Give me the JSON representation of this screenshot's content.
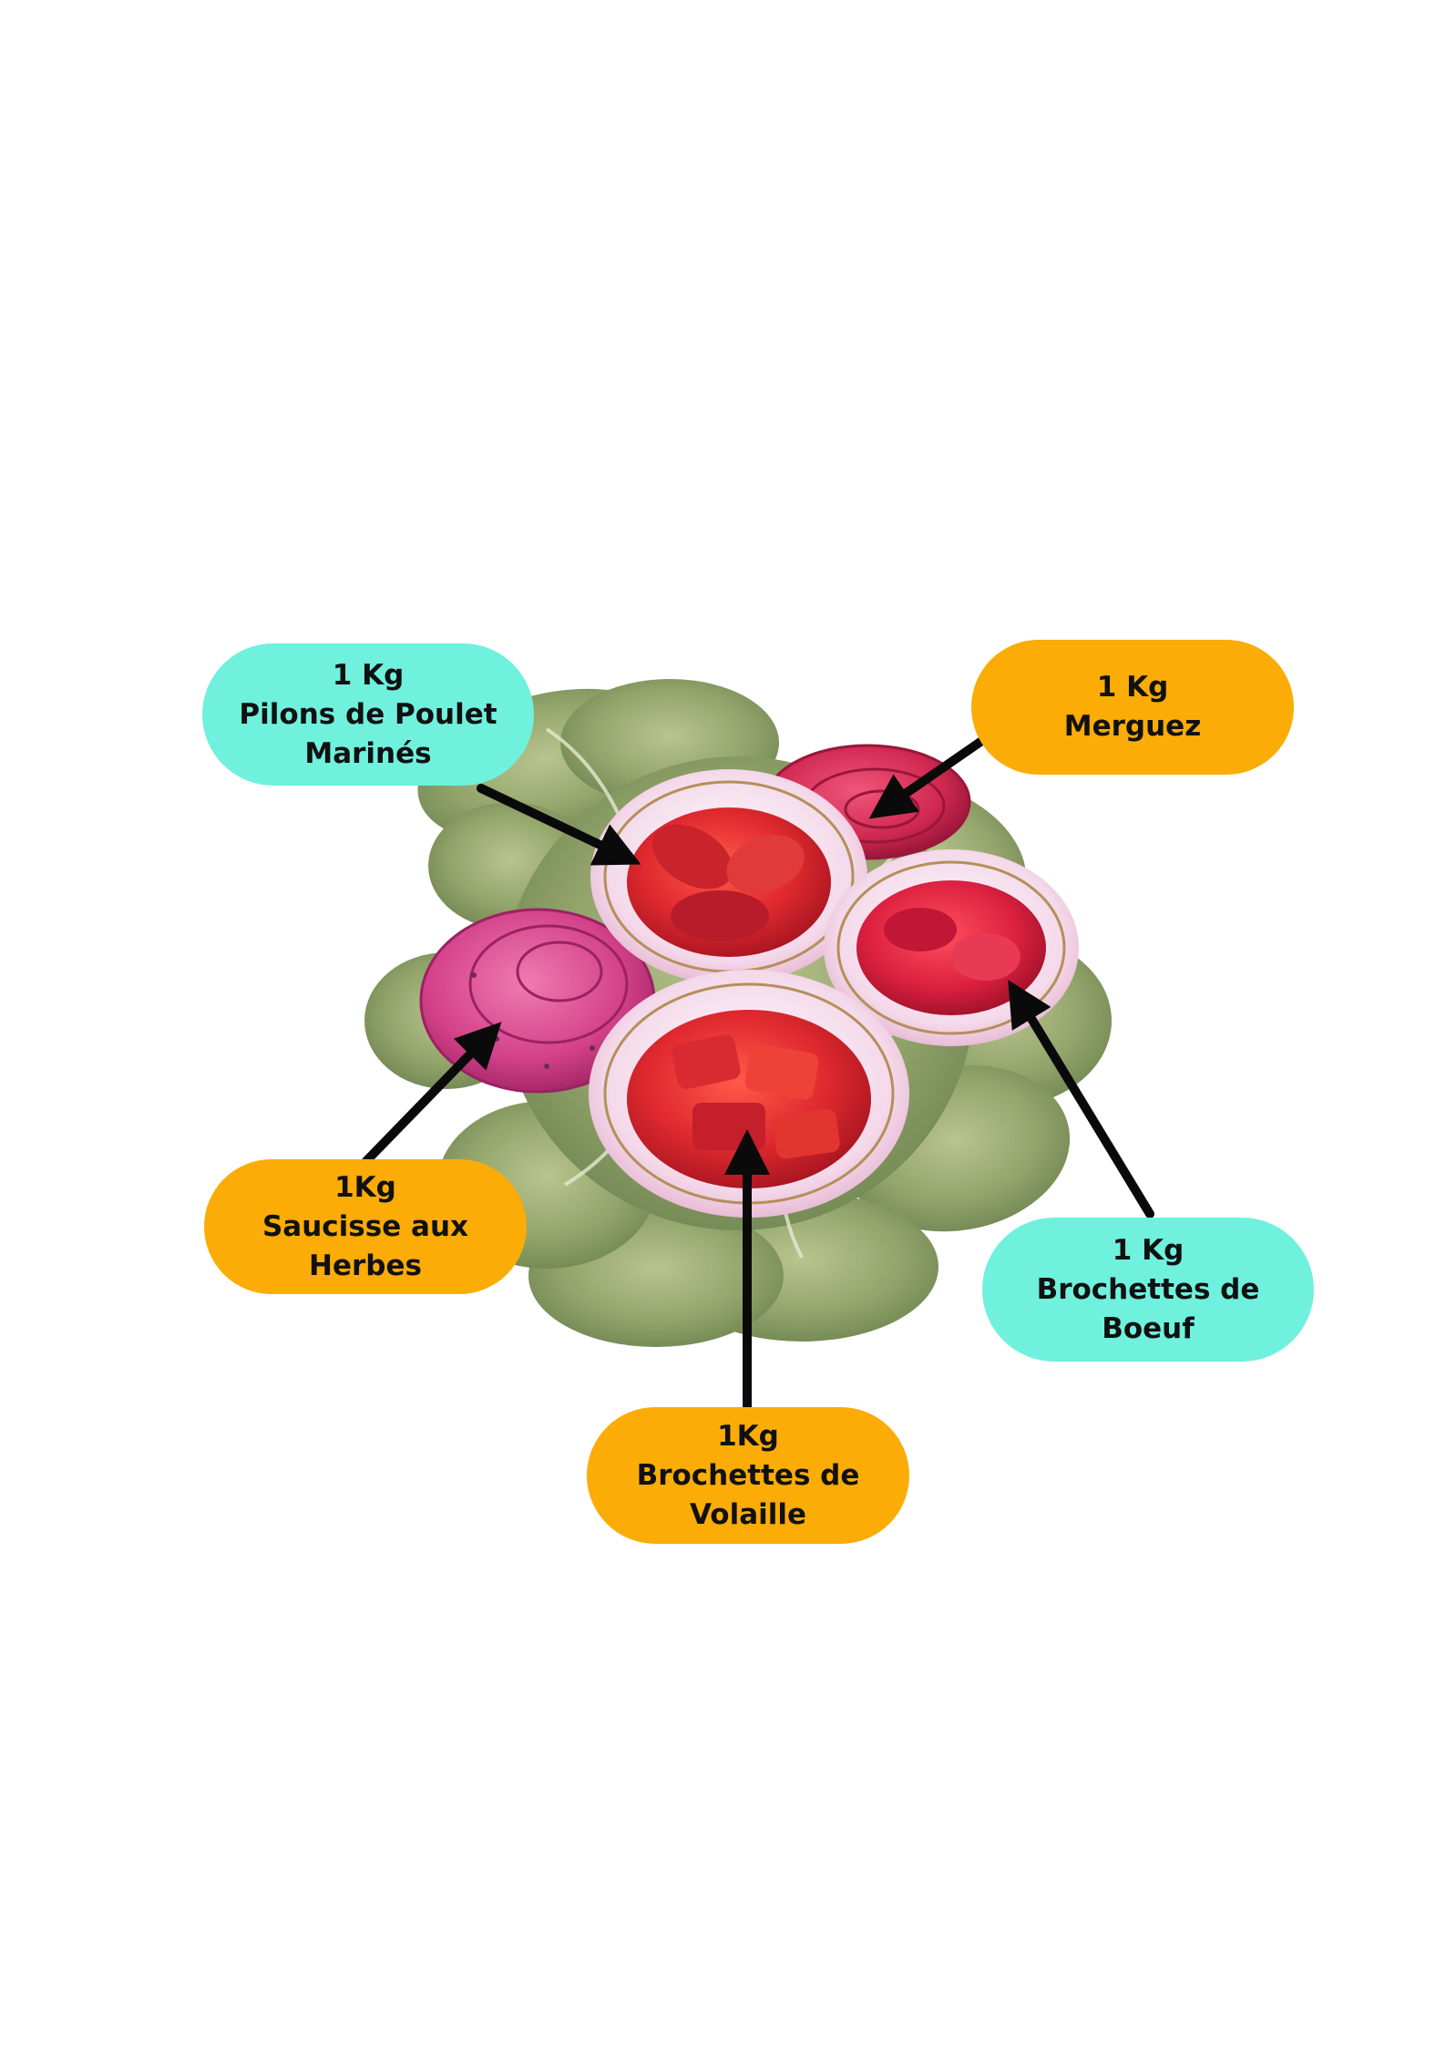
{
  "colors": {
    "teal": "#6ff1dd",
    "orange": "#fbac06",
    "arrow": "#0a0a0a",
    "lettuce": "#8fa46a",
    "plate": "#f3d2e6",
    "meat": "#e02f35",
    "sausage_pink": "#d94a8f",
    "merguez": "#d42b52"
  },
  "labels": {
    "pilons": {
      "qty": "1 Kg",
      "line1": "Pilons de Poulet",
      "line2": "Marinés",
      "color": "teal"
    },
    "merguez": {
      "qty": "1 Kg",
      "line1": "Merguez",
      "color": "orange"
    },
    "saucisse": {
      "qty": "1Kg",
      "line1": "Saucisse aux",
      "line2": "Herbes",
      "color": "orange"
    },
    "boeuf": {
      "qty": "1 Kg",
      "line1": "Brochettes de",
      "line2": "Boeuf",
      "color": "teal"
    },
    "volaille": {
      "qty": "1Kg",
      "line1": "Brochettes de",
      "line2": "Volaille",
      "color": "orange"
    }
  }
}
